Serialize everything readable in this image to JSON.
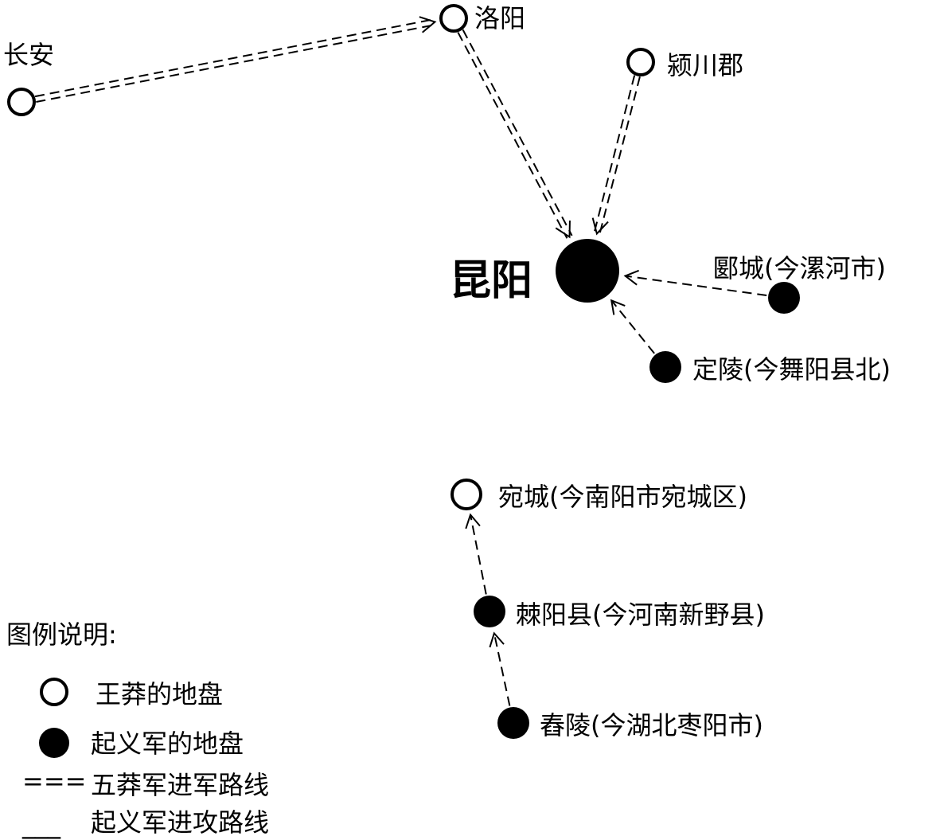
{
  "places": [
    {
      "id": "changan",
      "name": "长安",
      "kind": "wangmang"
    },
    {
      "id": "luoyang",
      "name": "洛阳",
      "kind": "wangmang"
    },
    {
      "id": "yingchuan",
      "name": "颍川郡",
      "kind": "wangmang"
    },
    {
      "id": "kunyang",
      "name": "昆阳",
      "kind": "rebel"
    },
    {
      "id": "yancheng",
      "name": "郾城(今漯河市)",
      "kind": "rebel"
    },
    {
      "id": "dingling",
      "name": "定陵(今舞阳县北)",
      "kind": "rebel"
    },
    {
      "id": "wancheng",
      "name": "宛城(今南阳市宛城区)",
      "kind": "wangmang"
    },
    {
      "id": "jiyang",
      "name": "棘阳县(今河南新野县)",
      "kind": "rebel"
    },
    {
      "id": "chongling",
      "name": "舂陵(今湖北枣阳市)",
      "kind": "rebel"
    }
  ],
  "routes": [
    {
      "from": "changan",
      "to": "luoyang",
      "type": "wangmang"
    },
    {
      "from": "luoyang",
      "to": "kunyang",
      "type": "wangmang"
    },
    {
      "from": "yingchuan",
      "to": "kunyang",
      "type": "wangmang"
    },
    {
      "from": "yancheng",
      "to": "kunyang",
      "type": "rebel"
    },
    {
      "from": "dingling",
      "to": "kunyang",
      "type": "rebel"
    },
    {
      "from": "chongling",
      "to": "jiyang",
      "type": "rebel"
    },
    {
      "from": "jiyang",
      "to": "wancheng",
      "type": "rebel"
    }
  ],
  "legend": {
    "title": "图例说明:",
    "items": [
      {
        "symbol": "open-circle-icon",
        "label": "王莽的地盘"
      },
      {
        "symbol": "filled-circle-icon",
        "label": "起义军的地盘"
      },
      {
        "symbol": "double-dash-line-icon",
        "label": "五莽军进军路线"
      },
      {
        "symbol": "single-dash-line-icon",
        "label": "起义军进攻路线"
      }
    ],
    "symbol_texts": {
      "double": "===",
      "single": "___"
    }
  }
}
